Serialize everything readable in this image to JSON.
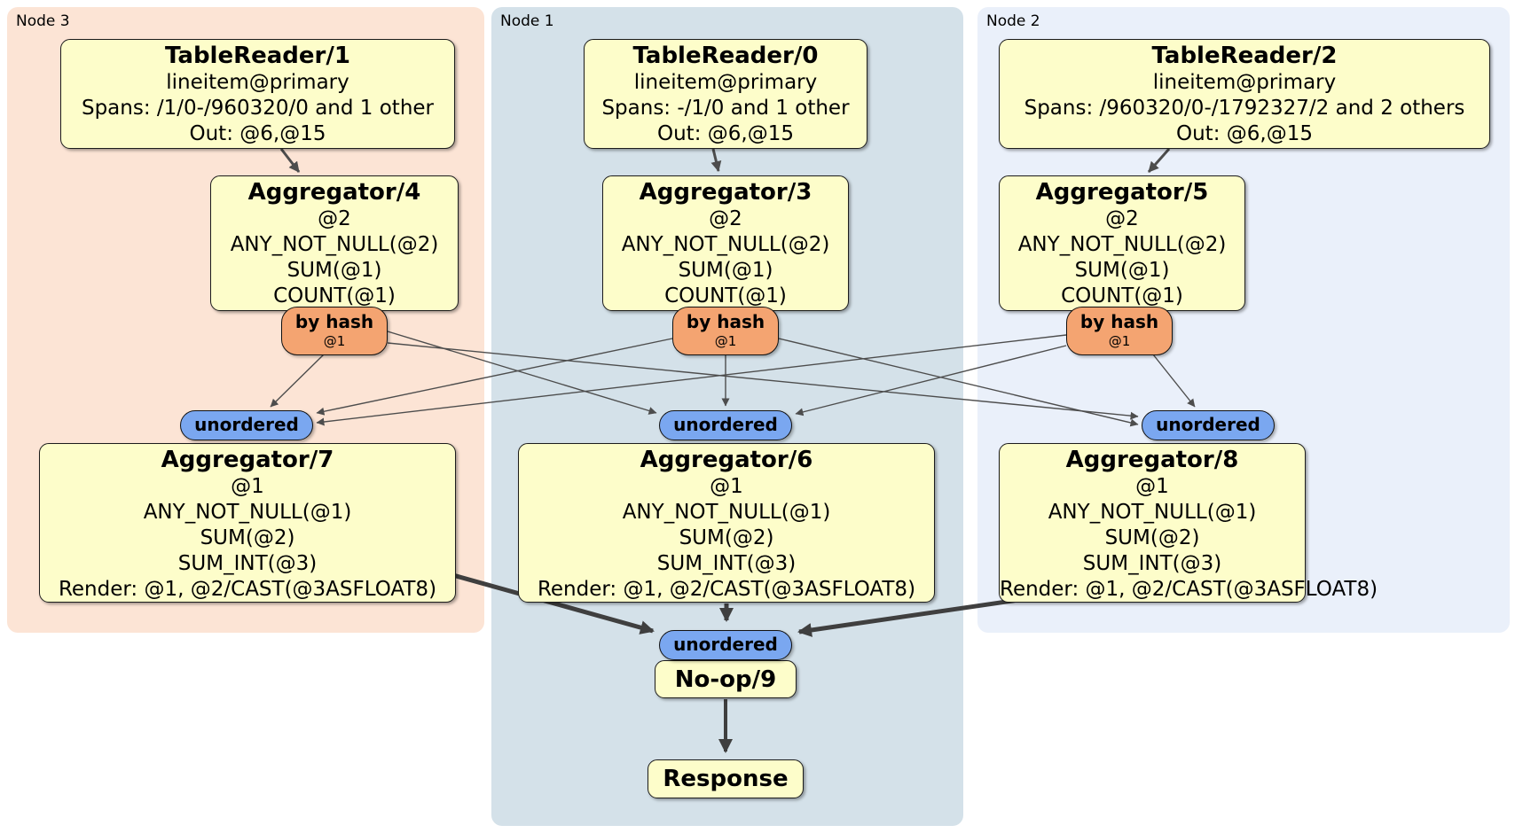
{
  "regions": {
    "node3": {
      "label": "Node 3",
      "bg": "#fce4d5"
    },
    "node1": {
      "label": "Node 1",
      "bg": "#d4e1e9"
    },
    "node2": {
      "label": "Node 2",
      "bg": "#eaf0fa"
    }
  },
  "processors": {
    "tr1": {
      "title": "TableReader/1",
      "lines": [
        "lineitem@primary",
        "Spans: /1/0-/960320/0 and 1 other",
        "Out: @6,@15"
      ]
    },
    "tr0": {
      "title": "TableReader/0",
      "lines": [
        "lineitem@primary",
        "Spans: -/1/0 and 1 other",
        "Out: @6,@15"
      ]
    },
    "tr2": {
      "title": "TableReader/2",
      "lines": [
        "lineitem@primary",
        "Spans: /960320/0-/1792327/2 and 2 others",
        "Out: @6,@15"
      ]
    },
    "agg4": {
      "title": "Aggregator/4",
      "lines": [
        "@2",
        "ANY_NOT_NULL(@2)",
        "SUM(@1)",
        "COUNT(@1)"
      ]
    },
    "agg3": {
      "title": "Aggregator/3",
      "lines": [
        "@2",
        "ANY_NOT_NULL(@2)",
        "SUM(@1)",
        "COUNT(@1)"
      ]
    },
    "agg5": {
      "title": "Aggregator/5",
      "lines": [
        "@2",
        "ANY_NOT_NULL(@2)",
        "SUM(@1)",
        "COUNT(@1)"
      ]
    },
    "agg7": {
      "title": "Aggregator/7",
      "lines": [
        "@1",
        "ANY_NOT_NULL(@1)",
        "SUM(@2)",
        "SUM_INT(@3)",
        "Render: @1, @2/CAST(@3ASFLOAT8)"
      ]
    },
    "agg6": {
      "title": "Aggregator/6",
      "lines": [
        "@1",
        "ANY_NOT_NULL(@1)",
        "SUM(@2)",
        "SUM_INT(@3)",
        "Render: @1, @2/CAST(@3ASFLOAT8)"
      ]
    },
    "agg8": {
      "title": "Aggregator/8",
      "lines": [
        "@1",
        "ANY_NOT_NULL(@1)",
        "SUM(@2)",
        "SUM_INT(@3)",
        "Render: @1, @2/CAST(@3ASFLOAT8)"
      ]
    },
    "noop": {
      "title": "No-op/9"
    },
    "response": {
      "title": "Response"
    }
  },
  "router": {
    "label": "by hash",
    "detail": "@1"
  },
  "stream": {
    "label": "unordered"
  },
  "colors": {
    "node3_bg": "#fce4d5",
    "node1_bg": "#d4e1e9",
    "node2_bg": "#eaf0fa",
    "processor_bg": "#fdfdca",
    "router_bg": "#f4a471",
    "stream_bg": "#7aa7f0",
    "edge": "#4d4d4d"
  }
}
